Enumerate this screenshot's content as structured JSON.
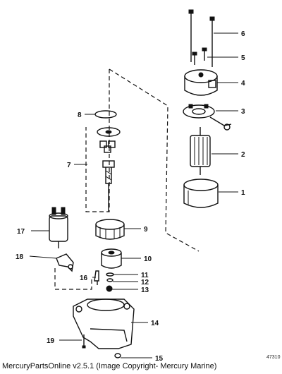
{
  "callouts": [
    {
      "id": "c1",
      "label": "1"
    },
    {
      "id": "c2",
      "label": "2"
    },
    {
      "id": "c3",
      "label": "3"
    },
    {
      "id": "c4",
      "label": "4"
    },
    {
      "id": "c5",
      "label": "5"
    },
    {
      "id": "c6",
      "label": "6"
    },
    {
      "id": "c7",
      "label": "7"
    },
    {
      "id": "c8",
      "label": "8"
    },
    {
      "id": "c9",
      "label": "9"
    },
    {
      "id": "c10",
      "label": "10"
    },
    {
      "id": "c11",
      "label": "11"
    },
    {
      "id": "c12",
      "label": "12"
    },
    {
      "id": "c13",
      "label": "13"
    },
    {
      "id": "c14",
      "label": "14"
    },
    {
      "id": "c15",
      "label": "15"
    },
    {
      "id": "c16",
      "label": "16"
    },
    {
      "id": "c17",
      "label": "17"
    },
    {
      "id": "c18",
      "label": "18"
    },
    {
      "id": "c19",
      "label": "19"
    }
  ],
  "part_number": "47310",
  "caption": "MercuryPartsOnline v2.5.1 (Image Copyright- Mercury Marine)"
}
